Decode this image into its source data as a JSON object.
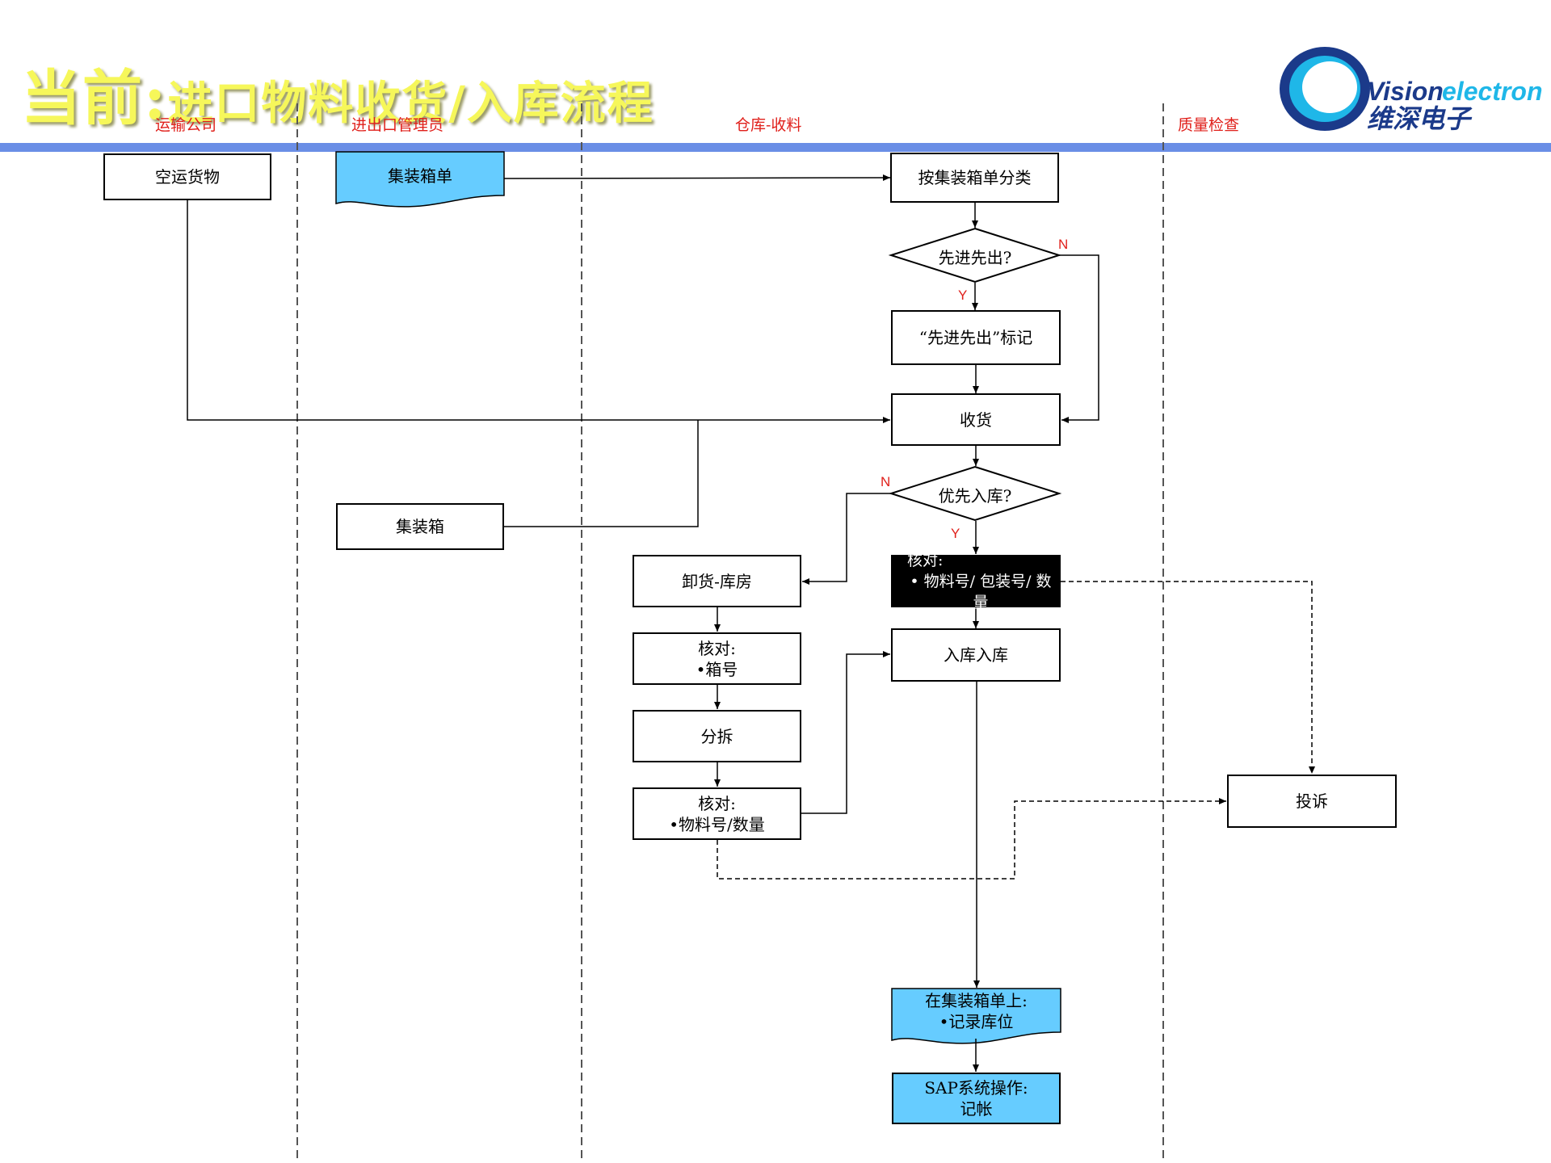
{
  "title": {
    "main": "当前:",
    "sub": "进口物料收货/入库流程"
  },
  "logo": {
    "en_a": "Vision",
    "en_b": "electron",
    "cn": "维深电子",
    "colors": {
      "navy": "#1b3a8a",
      "cyan": "#1fb7e8"
    }
  },
  "lanes": [
    "运输公司",
    "进出口管理员",
    "仓库-收料",
    "质量检查"
  ],
  "nodes": {
    "air_cargo": "空运货物",
    "container_list": "集装箱单",
    "sort_by_list": "按集装箱单分类",
    "fifo_q": "先进先出?",
    "fifo_mark": "“先进先出”标记",
    "receive": "收货",
    "container": "集装箱",
    "priority_q": "优先入库?",
    "check_dark": {
      "line1": "核对:",
      "line2": "• 物料号/ 包装号/ 数量"
    },
    "unload": "卸货-库房",
    "check_box": {
      "line1": "核对:",
      "line2": "•箱号"
    },
    "split": "分拆",
    "check_material": {
      "line1": "核对:",
      "line2": "•物料号/数量"
    },
    "store": "入库入库",
    "complaint": "投诉",
    "record": {
      "line1": "在集装箱单上:",
      "line2": "•记录库位"
    },
    "sap": {
      "line1": "SAP系统操作:",
      "line2": "记帐"
    }
  },
  "branch_labels": {
    "fifo_yes": "Y",
    "fifo_no": "N",
    "priority_yes": "Y",
    "priority_no": "N"
  },
  "colors": {
    "title": "#f6f75a",
    "lane_text": "#e0201b",
    "bar": "#6a8ee6",
    "doc_fill": "#66ccff",
    "dark_fill": "#000000"
  }
}
